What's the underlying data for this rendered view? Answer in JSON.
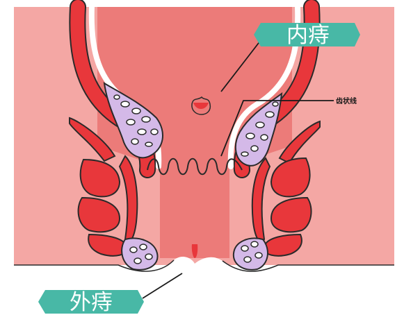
{
  "labels": {
    "internal": "内痔",
    "external": "外痔",
    "dentate_line": "齿状线"
  },
  "colors": {
    "background": "#ffffff",
    "tissue": "#f4a7a4",
    "canal": "#ec7b79",
    "muscle": "#e8373b",
    "muscle_outline": "#2a2a2a",
    "vein": "#d4b9e8",
    "pill": "#48b8a6",
    "pill_text": "#ffffff"
  }
}
